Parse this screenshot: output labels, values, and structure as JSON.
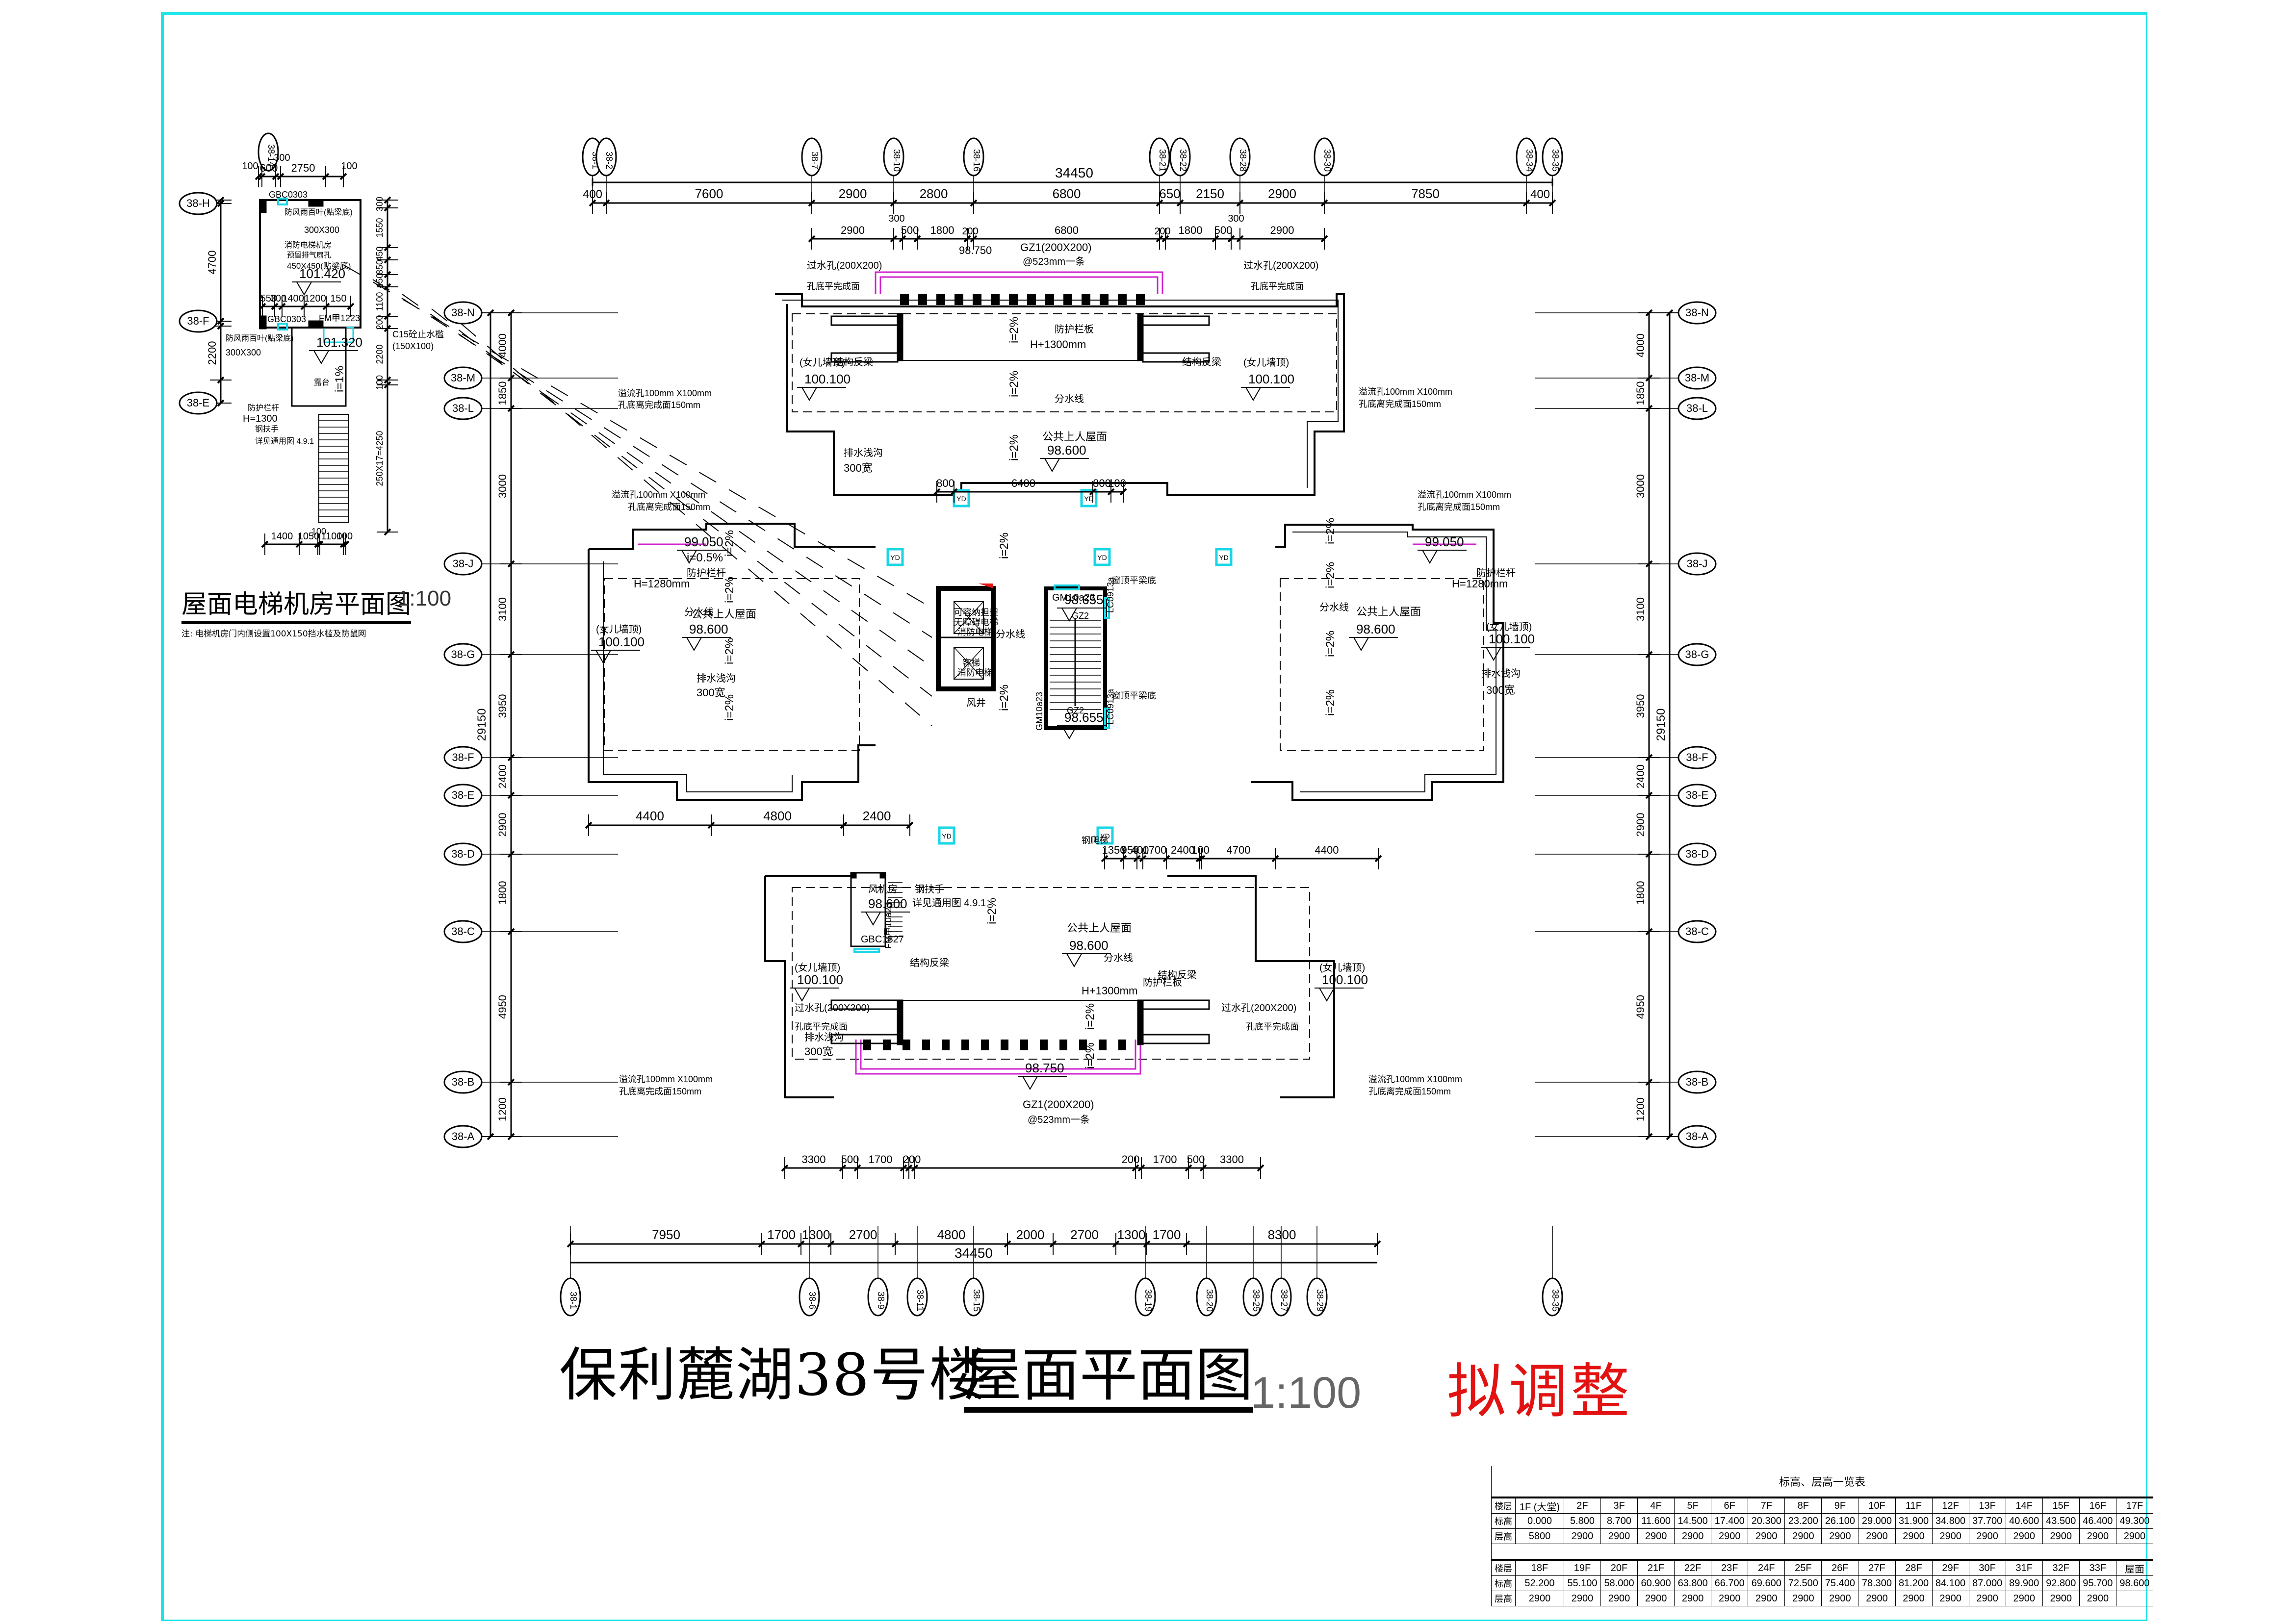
{
  "colors": {
    "frame": "#19e6e6",
    "status": "#e21212",
    "glass": "#19d6e6",
    "parapet": "#d020d0"
  },
  "title": {
    "project": "保利麓湖38号楼",
    "drawing": "屋面平面图",
    "scale": "1:100",
    "status": "拟调整"
  },
  "inset": {
    "title": "屋面电梯机房平面图",
    "scale": "1:100",
    "note": "注: 电梯机房门内侧设置100X150挡水槛及防鼠网",
    "axes": [
      "38-14",
      "38-H",
      "38-F",
      "38-E"
    ],
    "top_dims": [
      "100",
      "600",
      "300",
      "2750",
      "100"
    ],
    "left_dims": [
      "100",
      "4700",
      "200",
      "2200",
      "100"
    ],
    "right_dims": [
      "300",
      "1550",
      "450",
      "850",
      "450",
      "1100",
      "200",
      "2200",
      "100",
      "250X17=4250"
    ],
    "mid_dims": [
      "550",
      "300",
      "1400",
      "1200",
      "150"
    ],
    "bottom_dims": [
      "1400",
      "1050",
      "100",
      "1100",
      "100"
    ],
    "labels": {
      "window_top": "GBC0303",
      "window_bottom": "GBC0303",
      "louver_top": "防风雨百叶(贴梁底)",
      "louver_top_size": "300X300",
      "room": "消防电梯机房",
      "vent": "预留排气扇孔",
      "vent_size": "450X450(贴梁底)",
      "level_room": "101.420",
      "door": "FM甲1223",
      "level_terrace": "101.320",
      "louver_bottom": "防风雨百叶(贴梁底)",
      "louver_bottom_size": "300X300",
      "curb": "C15砼止水槛",
      "curb_size": "(150X100)",
      "terrace": "露台",
      "slope": "i=1%",
      "railing": "防护栏杆",
      "railing_h": "H=1300",
      "handrail": "钢扶手",
      "handrail_ref": "详见通用图 4.9.1"
    }
  },
  "axes": {
    "top": [
      "38-1",
      "38-2",
      "38-7",
      "38-10",
      "38-16",
      "38-21",
      "38-22",
      "38-28",
      "38-30",
      "38-34",
      "38-35"
    ],
    "bottom": [
      "38-1",
      "38-6",
      "38-9",
      "38-11",
      "38-15",
      "38-19",
      "38-20",
      "38-25",
      "38-27",
      "38-29",
      "38-35"
    ],
    "side": [
      "38-N",
      "38-M",
      "38-L",
      "38-J",
      "38-G",
      "38-F",
      "38-E",
      "38-D",
      "38-C",
      "38-B",
      "38-A"
    ]
  },
  "dims": {
    "top_total": "34450",
    "top_row1": [
      "400",
      "7600",
      "2900",
      "2800",
      "6800",
      "650",
      "2150",
      "2900",
      "7850",
      "400"
    ],
    "top_row2": [
      "2900",
      "300",
      "500",
      "1800",
      "200",
      "6800",
      "200",
      "1800",
      "500",
      "300",
      "2900"
    ],
    "bottom_total": "34450",
    "bottom_row": [
      "7950",
      "1700",
      "1300",
      "2700",
      "4800",
      "2000",
      "2700",
      "1300",
      "1700",
      "8300"
    ],
    "side_total": "29150",
    "side_row": [
      "4000",
      "1850",
      "3000",
      "3100",
      "3950",
      "2400",
      "2900",
      "1800",
      "4950",
      "1200"
    ],
    "left_wing_bottom": [
      "4400",
      "4800",
      "2400"
    ],
    "right_wing_bottom": [
      "1350",
      "950",
      "400",
      "1700",
      "2400",
      "100",
      "4700",
      "4400"
    ],
    "bottom_wing_bottom": [
      "3300",
      "500",
      "1700",
      "200",
      "200",
      "1700",
      "500",
      "3300"
    ],
    "core_top": [
      "800",
      "6400",
      "800",
      "100"
    ]
  },
  "plan_labels": {
    "overflow": "溢流孔100mm X100mm",
    "overflow_h": "孔底离完成面150mm",
    "drain_hole": "过水孔(200X200)",
    "drain_hole_note": "孔底平完成面",
    "parapet": "(女儿墙顶)",
    "parapet_level": "100.100",
    "roof": "公共上人屋面",
    "roof_level": "98.600",
    "divide": "分水线",
    "gutter": "排水浅沟",
    "gutter_w": "300宽",
    "railing": "防护栏杆",
    "railing_h": "H=1280mm",
    "guard_panel": "防护栏板",
    "guard_panel_h": "H+1300mm",
    "beam": "结构反梁",
    "gz1": "GZ1(200X200)",
    "gz1_note": "@523mm一条",
    "level_top": "98.750",
    "level_side": "99.050",
    "slope": "i=2%",
    "slope_half": "i=0.5%",
    "elevator1": "可容纳担架",
    "elevator1b": "无障碍电梯",
    "elevator1c": "消防电梯",
    "elevator2": "客梯",
    "elevator2b": "消防电梯",
    "shaft": "风井",
    "stair_level": "98.655",
    "door_gm": "GM10a23",
    "window_lc": "LC0913a",
    "window_note": "窗顶平梁底",
    "gz2": "GZ2",
    "down": "下",
    "fan_room": "风机房",
    "fan_level": "98.600",
    "window_gbc": "GBC1827",
    "door_fm": "FM甲10a23",
    "handrail": "钢扶手",
    "handrail_ref": "详见通用图 4.9.1",
    "ladder": "钢爬梯",
    "yd": "YD"
  },
  "elevation_table": {
    "caption": "标高、层高一览表",
    "row_labels": {
      "floor": "楼层",
      "elevation": "标高",
      "height": "层高"
    },
    "part1": {
      "floors": [
        "1F (大堂)",
        "2F",
        "3F",
        "4F",
        "5F",
        "6F",
        "7F",
        "8F",
        "9F",
        "10F",
        "11F",
        "12F",
        "13F",
        "14F",
        "15F",
        "16F",
        "17F"
      ],
      "elevations": [
        "0.000",
        "5.800",
        "8.700",
        "11.600",
        "14.500",
        "17.400",
        "20.300",
        "23.200",
        "26.100",
        "29.000",
        "31.900",
        "34.800",
        "37.700",
        "40.600",
        "43.500",
        "46.400",
        "49.300"
      ],
      "heights": [
        "5800",
        "2900",
        "2900",
        "2900",
        "2900",
        "2900",
        "2900",
        "2900",
        "2900",
        "2900",
        "2900",
        "2900",
        "2900",
        "2900",
        "2900",
        "2900",
        "2900"
      ]
    },
    "part2": {
      "floors": [
        "18F",
        "19F",
        "20F",
        "21F",
        "22F",
        "23F",
        "24F",
        "25F",
        "26F",
        "27F",
        "28F",
        "29F",
        "30F",
        "31F",
        "32F",
        "33F",
        "屋面"
      ],
      "elevations": [
        "52.200",
        "55.100",
        "58.000",
        "60.900",
        "63.800",
        "66.700",
        "69.600",
        "72.500",
        "75.400",
        "78.300",
        "81.200",
        "84.100",
        "87.000",
        "89.900",
        "92.800",
        "95.700",
        "98.600"
      ],
      "heights": [
        "2900",
        "2900",
        "2900",
        "2900",
        "2900",
        "2900",
        "2900",
        "2900",
        "2900",
        "2900",
        "2900",
        "2900",
        "2900",
        "2900",
        "2900",
        "2900",
        ""
      ]
    }
  }
}
